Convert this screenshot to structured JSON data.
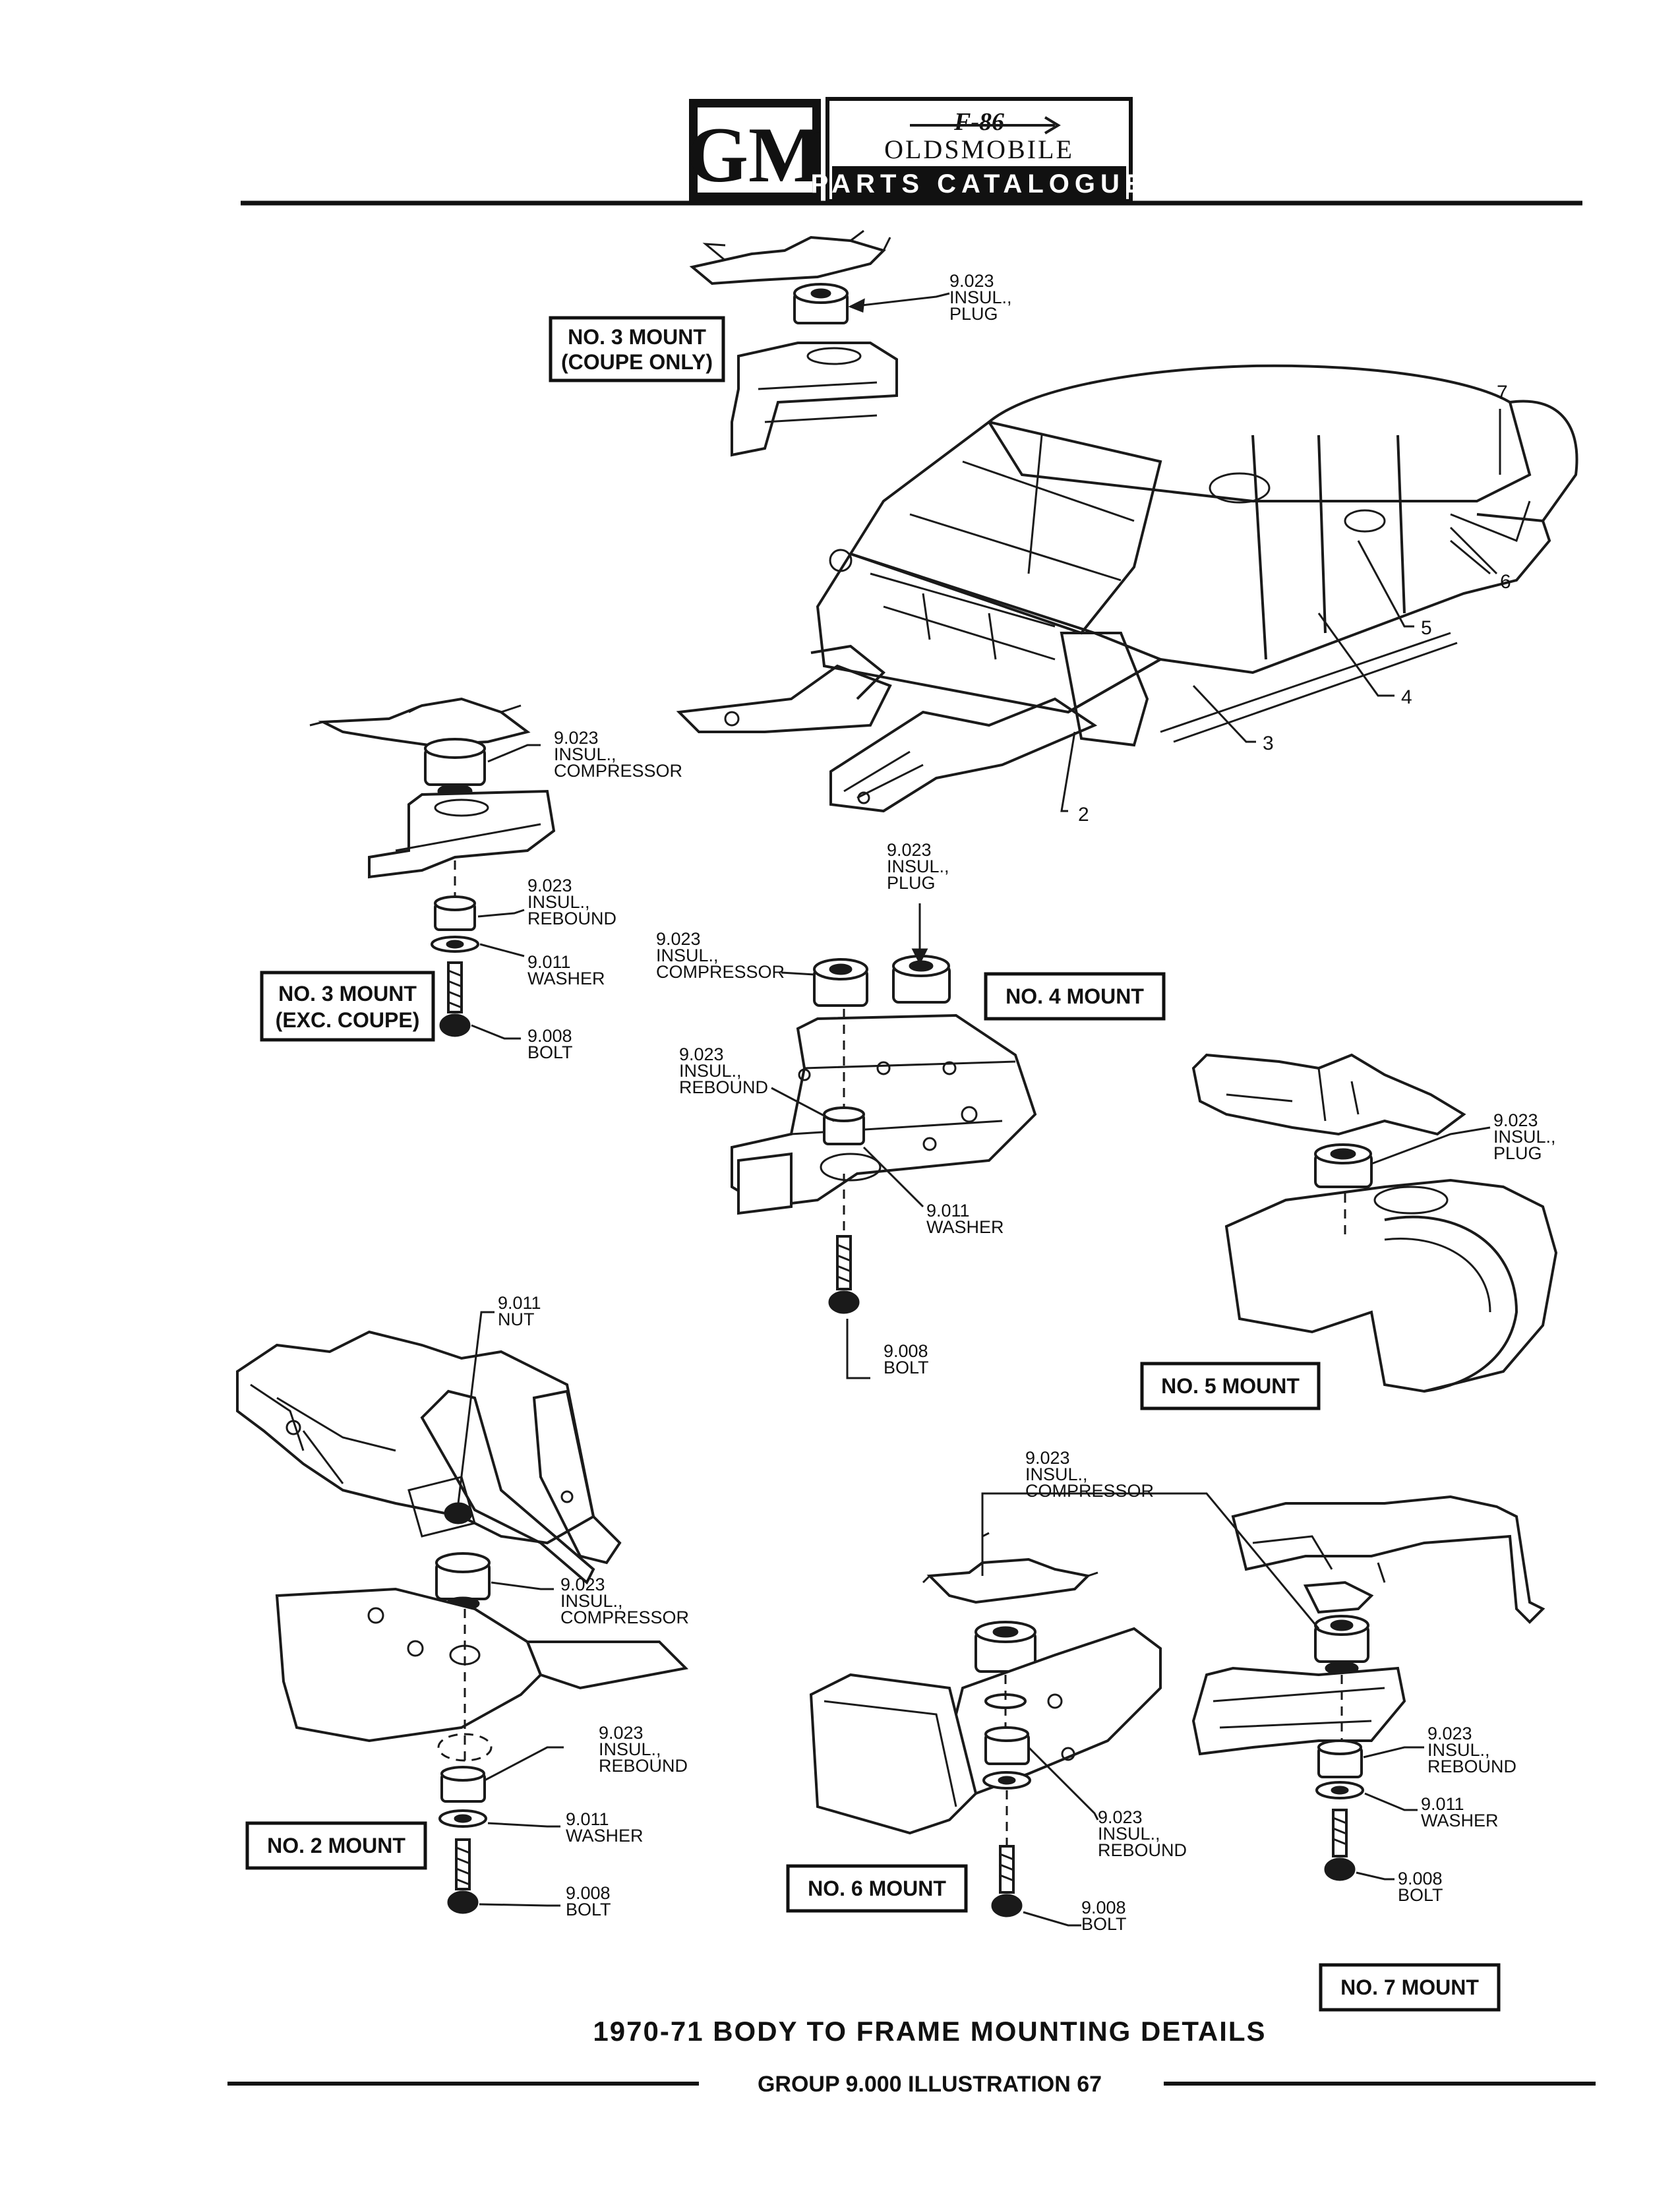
{
  "header": {
    "logo_text": "GM",
    "model_code": "F-86",
    "brand": "OLDSMOBILE",
    "catalogue": "PARTS CATALOGUE"
  },
  "callouts": [
    "2",
    "3",
    "4",
    "5",
    "6",
    "7"
  ],
  "mounts": [
    {
      "id": "no3-coupe",
      "title_lines": [
        "NO. 3 MOUNT",
        "(COUPE ONLY)"
      ],
      "parts": [
        {
          "number": "9.023",
          "name_lines": [
            "INSUL.,",
            "PLUG"
          ]
        }
      ]
    },
    {
      "id": "no3-exc-coupe",
      "title_lines": [
        "NO. 3 MOUNT",
        "(EXC. COUPE)"
      ],
      "parts": [
        {
          "number": "9.023",
          "name_lines": [
            "INSUL.,",
            "COMPRESSOR"
          ]
        },
        {
          "number": "9.023",
          "name_lines": [
            "INSUL.,",
            "REBOUND"
          ]
        },
        {
          "number": "9.011",
          "name_lines": [
            "WASHER"
          ]
        },
        {
          "number": "9.008",
          "name_lines": [
            "BOLT"
          ]
        }
      ]
    },
    {
      "id": "no4",
      "title_lines": [
        "NO. 4 MOUNT"
      ],
      "parts": [
        {
          "number": "9.023",
          "name_lines": [
            "INSUL.,",
            "PLUG"
          ]
        },
        {
          "number": "9.023",
          "name_lines": [
            "INSUL.,",
            "COMPRESSOR"
          ]
        },
        {
          "number": "9.023",
          "name_lines": [
            "INSUL.,",
            "REBOUND"
          ]
        },
        {
          "number": "9.011",
          "name_lines": [
            "WASHER"
          ]
        },
        {
          "number": "9.008",
          "name_lines": [
            "BOLT"
          ]
        }
      ]
    },
    {
      "id": "no5",
      "title_lines": [
        "NO. 5 MOUNT"
      ],
      "parts": [
        {
          "number": "9.023",
          "name_lines": [
            "INSUL.,",
            "PLUG"
          ]
        }
      ]
    },
    {
      "id": "no2",
      "title_lines": [
        "NO. 2 MOUNT"
      ],
      "parts": [
        {
          "number": "9.011",
          "name_lines": [
            "NUT"
          ]
        },
        {
          "number": "9.023",
          "name_lines": [
            "INSUL.,",
            "COMPRESSOR"
          ]
        },
        {
          "number": "9.023",
          "name_lines": [
            "INSUL.,",
            "REBOUND"
          ]
        },
        {
          "number": "9.011",
          "name_lines": [
            "WASHER"
          ]
        },
        {
          "number": "9.008",
          "name_lines": [
            "BOLT"
          ]
        }
      ]
    },
    {
      "id": "no6",
      "title_lines": [
        "NO. 6 MOUNT"
      ],
      "parts": [
        {
          "number": "9.023",
          "name_lines": [
            "INSUL.,",
            "COMPRESSOR"
          ]
        },
        {
          "number": "9.023",
          "name_lines": [
            "INSUL.,",
            "REBOUND"
          ]
        },
        {
          "number": "9.008",
          "name_lines": [
            "BOLT"
          ]
        }
      ]
    },
    {
      "id": "no7",
      "title_lines": [
        "NO. 7 MOUNT"
      ],
      "parts": [
        {
          "number": "9.023",
          "name_lines": [
            "INSUL.,",
            "REBOUND"
          ]
        },
        {
          "number": "9.011",
          "name_lines": [
            "WASHER"
          ]
        },
        {
          "number": "9.008",
          "name_lines": [
            "BOLT"
          ]
        }
      ]
    }
  ],
  "footer": {
    "title": "1970-71 BODY TO FRAME MOUNTING DETAILS",
    "subtitle": "GROUP 9.000 ILLUSTRATION 67"
  }
}
